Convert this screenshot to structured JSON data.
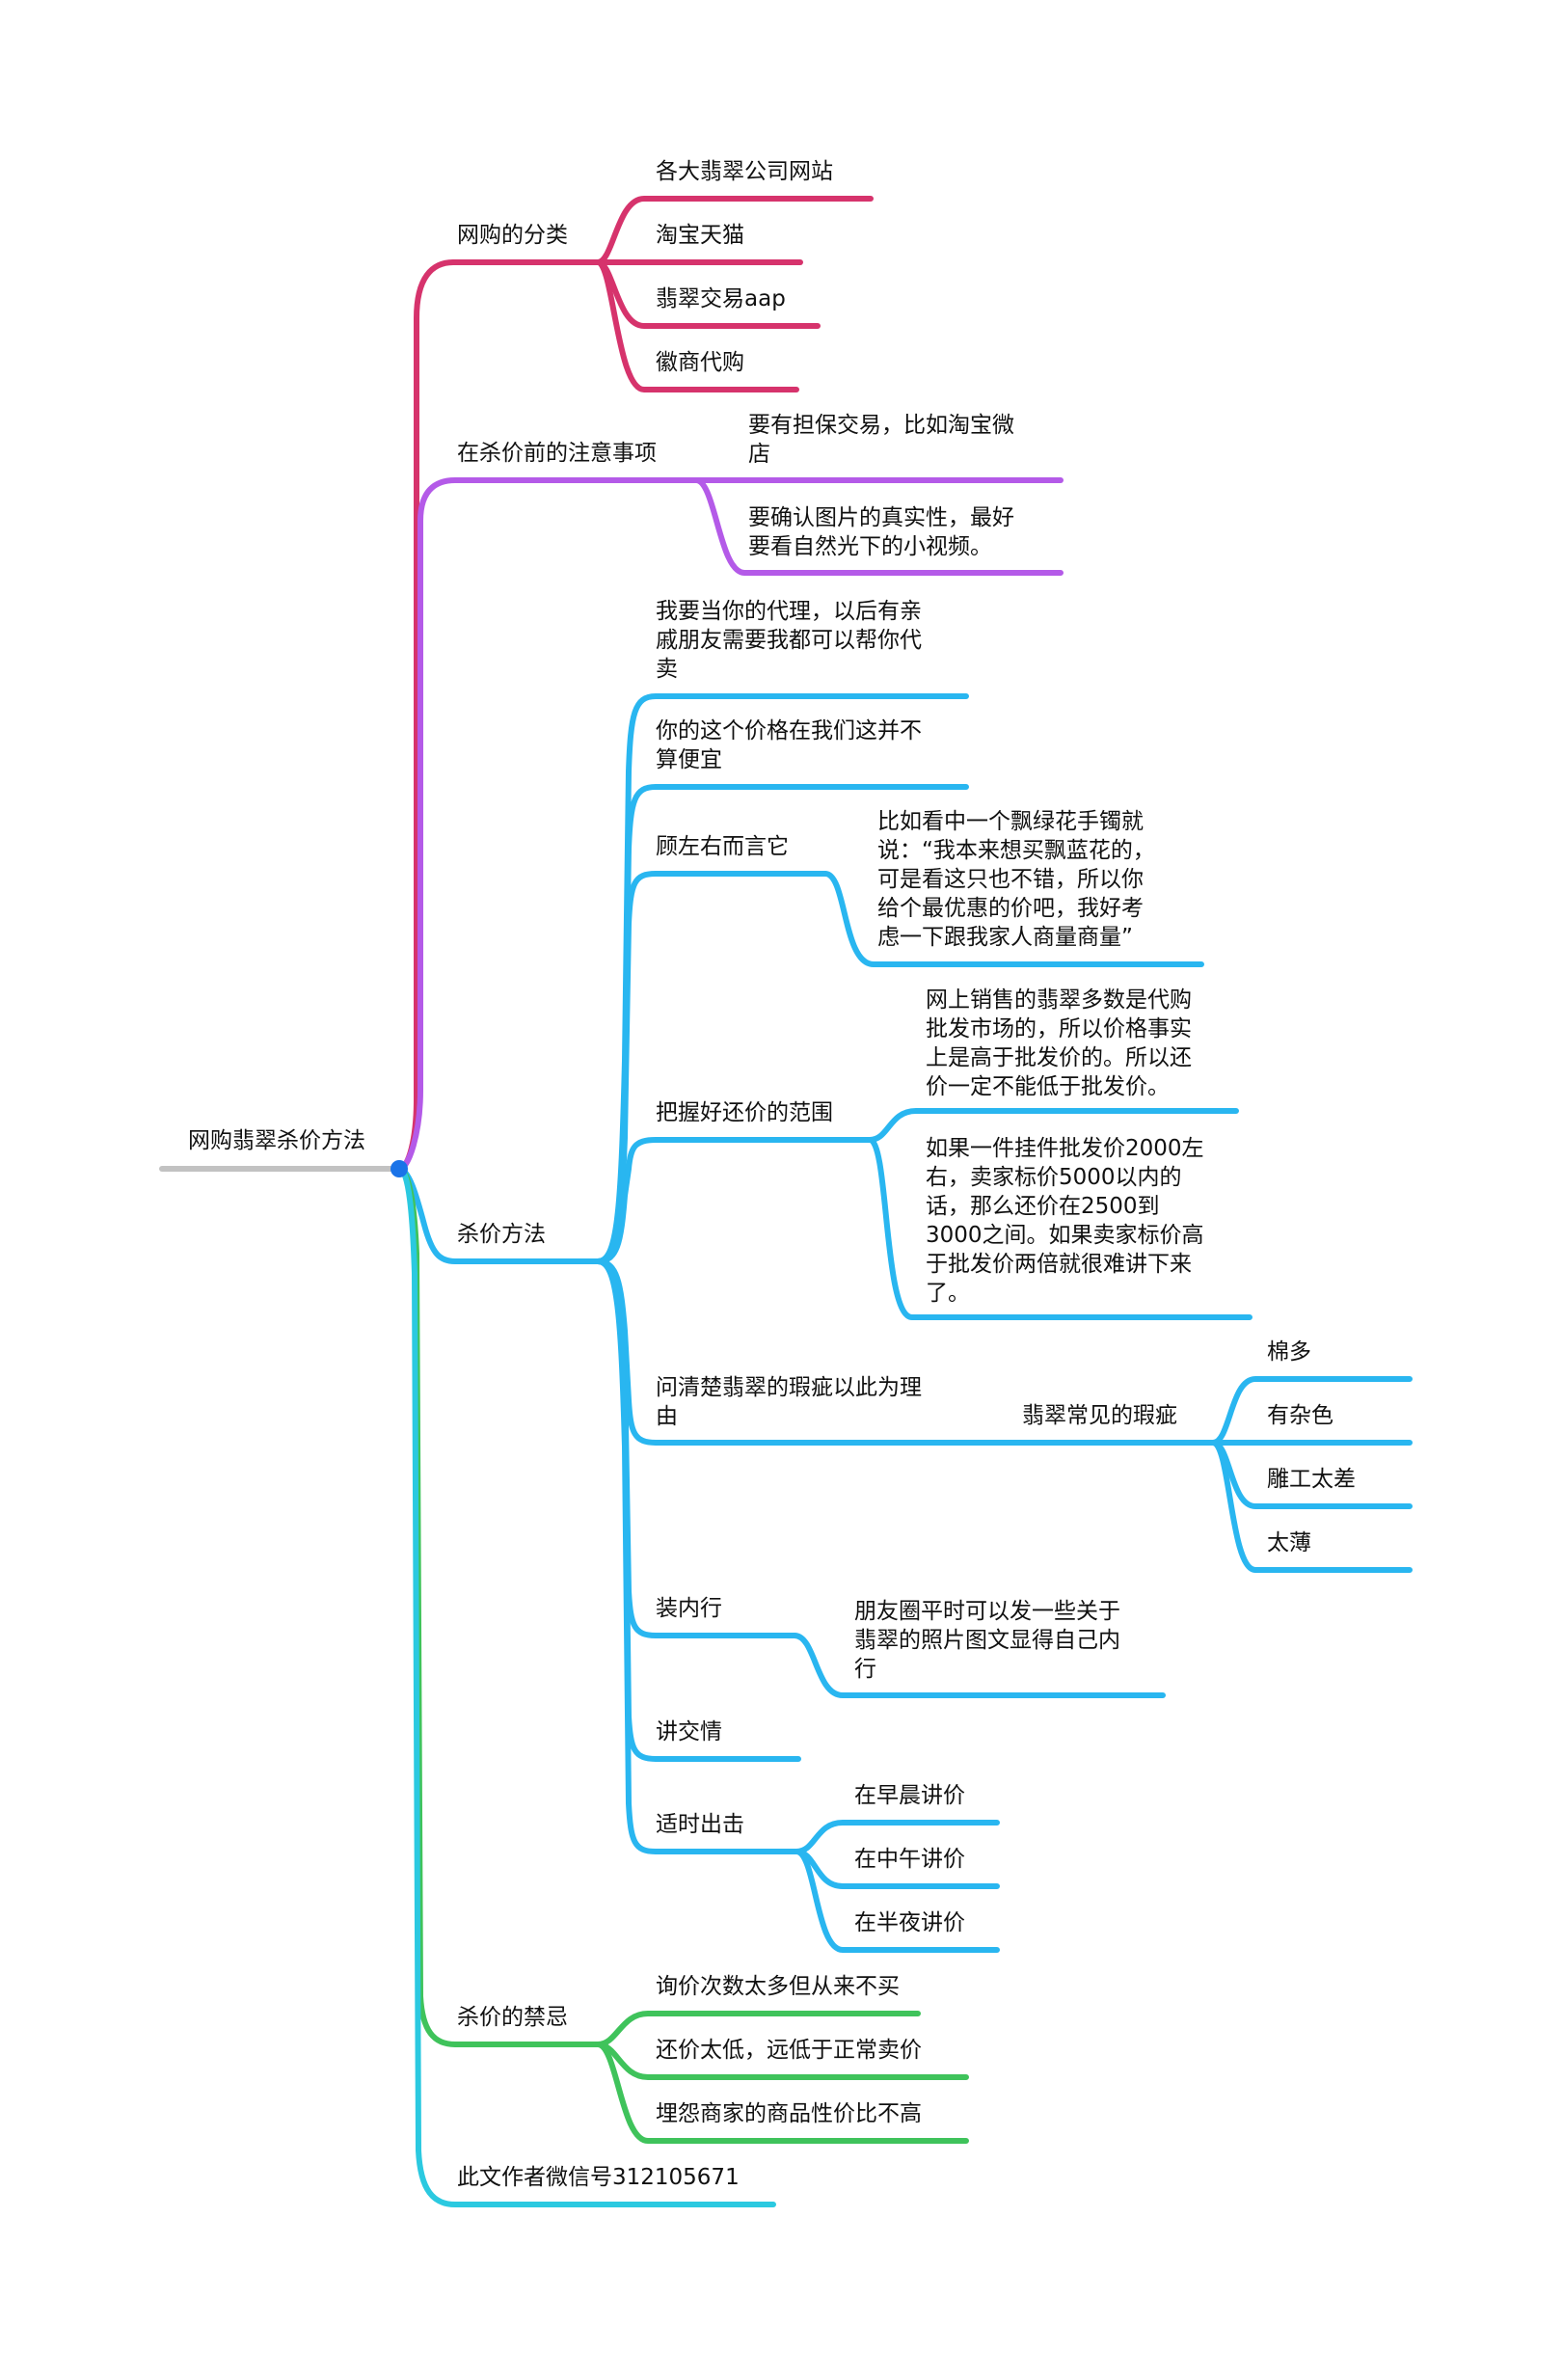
{
  "root": {
    "label": "网购翡翠杀价方法"
  },
  "colors": {
    "root": "#c2c2c2",
    "dot": "#1a73e8",
    "b1": "#d6336c",
    "b2": "#b45ae8",
    "b3": "#29b6f0",
    "b4": "#3fc35b",
    "b5": "#2bc9e0"
  },
  "b1": {
    "label": "网购的分类",
    "children": [
      "各大翡翠公司网站",
      "淘宝天猫",
      "翡翠交易aap",
      "徽商代购"
    ]
  },
  "b2": {
    "label": "在杀价前的注意事项",
    "children": [
      "要有担保交易，比如淘宝微\n店",
      "要确认图片的真实性，最好\n要看自然光下的小视频。"
    ]
  },
  "b3": {
    "label": "杀价方法",
    "c1": "我要当你的代理，以后有亲\n戚朋友需要我都可以帮你代\n卖",
    "c2": "你的这个价格在我们这并不\n算便宜",
    "c3": {
      "label": "顾左右而言它",
      "detail": "比如看中一个飘绿花手镯就\n说：“我本来想买飘蓝花的，\n可是看这只也不错，所以你\n给个最优惠的价吧，我好考\n虑一下跟我家人商量商量”"
    },
    "c4": {
      "label": "把握好还价的范围",
      "detail1": "网上销售的翡翠多数是代购\n批发市场的，所以价格事实\n上是高于批发价的。所以还\n价一定不能低于批发价。",
      "detail2": "如果一件挂件批发价2000左\n右，卖家标价5000以内的\n话，那么还价在2500到\n3000之间。如果卖家标价高\n于批发价两倍就很难讲下来\n了。"
    },
    "c5": {
      "label": "问清楚翡翠的瑕疵以此为理\n由",
      "sub": "翡翠常见的瑕疵",
      "items": [
        "棉多",
        "有杂色",
        "雕工太差",
        "太薄"
      ]
    },
    "c6": {
      "label": "装内行",
      "detail": "朋友圈平时可以发一些关于\n翡翠的照片图文显得自己内\n行"
    },
    "c7": "讲交情",
    "c8": {
      "label": "适时出击",
      "items": [
        "在早晨讲价",
        "在中午讲价",
        "在半夜讲价"
      ]
    }
  },
  "b4": {
    "label": "杀价的禁忌",
    "children": [
      "询价次数太多但从来不买",
      "还价太低，远低于正常卖价",
      "埋怨商家的商品性价比不高"
    ]
  },
  "b5": {
    "label": "此文作者微信号312105671"
  }
}
